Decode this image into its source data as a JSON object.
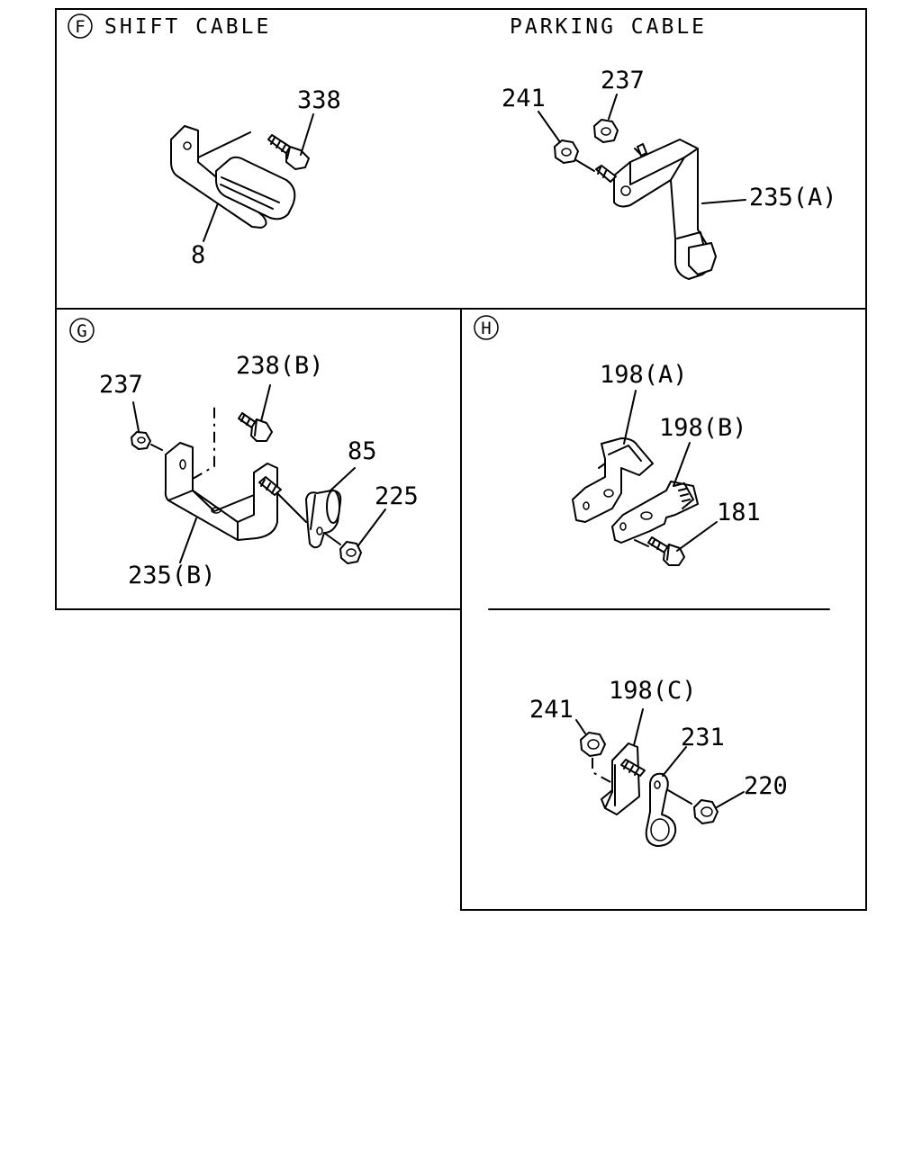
{
  "panel_f": {
    "marker": "F",
    "title": "SHIFT CABLE",
    "subtitle": "PARKING CABLE",
    "callouts": {
      "p338": "338",
      "p8": "8",
      "p241": "241",
      "p237": "237",
      "p235a": "235(A)"
    }
  },
  "panel_g": {
    "marker": "G",
    "callouts": {
      "p237": "237",
      "p238b": "238(B)",
      "p85": "85",
      "p225": "225",
      "p235b": "235(B)"
    }
  },
  "panel_h": {
    "marker": "H",
    "callouts": {
      "p198a": "198(A)",
      "p198b": "198(B)",
      "p181": "181",
      "p241": "241",
      "p198c": "198(C)",
      "p231": "231",
      "p220": "220"
    }
  }
}
